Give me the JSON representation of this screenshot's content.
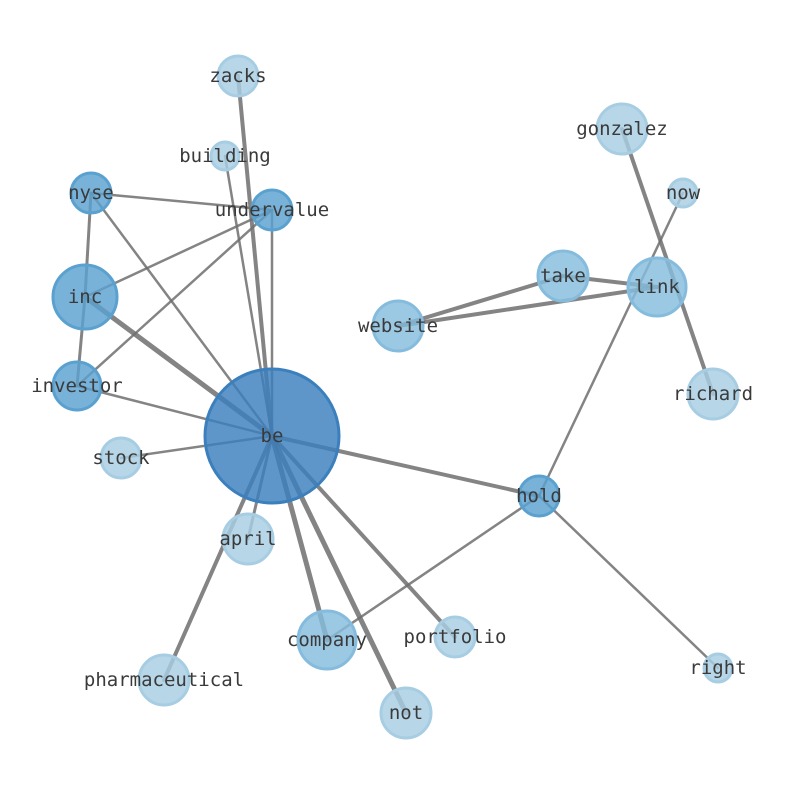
{
  "graph": {
    "nodes": [
      {
        "id": "be",
        "label": "be",
        "shade": 4
      },
      {
        "id": "inc",
        "label": "inc",
        "shade": 3
      },
      {
        "id": "nyse",
        "label": "nyse",
        "shade": 3
      },
      {
        "id": "undervalue",
        "label": "undervalue",
        "shade": 3
      },
      {
        "id": "investor",
        "label": "investor",
        "shade": 3
      },
      {
        "id": "hold",
        "label": "hold",
        "shade": 3
      },
      {
        "id": "link",
        "label": "link",
        "shade": 2
      },
      {
        "id": "take",
        "label": "take",
        "shade": 2
      },
      {
        "id": "website",
        "label": "website",
        "shade": 2
      },
      {
        "id": "company",
        "label": "company",
        "shade": 2
      },
      {
        "id": "zacks",
        "label": "zacks",
        "shade": 1
      },
      {
        "id": "building",
        "label": "building",
        "shade": 1
      },
      {
        "id": "gonzalez",
        "label": "gonzalez",
        "shade": 1
      },
      {
        "id": "now",
        "label": "now",
        "shade": 1
      },
      {
        "id": "richard",
        "label": "richard",
        "shade": 1
      },
      {
        "id": "stock",
        "label": "stock",
        "shade": 1
      },
      {
        "id": "april",
        "label": "april",
        "shade": 1
      },
      {
        "id": "portfolio",
        "label": "portfolio",
        "shade": 1
      },
      {
        "id": "pharmaceutical",
        "label": "pharmaceutical",
        "shade": 1
      },
      {
        "id": "not",
        "label": "not",
        "shade": 1
      },
      {
        "id": "right",
        "label": "right",
        "shade": 1
      }
    ],
    "edges": [
      {
        "source": "be",
        "target": "inc",
        "weight": 5
      },
      {
        "source": "be",
        "target": "nyse",
        "weight": 2.5
      },
      {
        "source": "be",
        "target": "undervalue",
        "weight": 2.5
      },
      {
        "source": "be",
        "target": "investor",
        "weight": 2.5
      },
      {
        "source": "be",
        "target": "zacks",
        "weight": 4
      },
      {
        "source": "be",
        "target": "building",
        "weight": 2.5
      },
      {
        "source": "be",
        "target": "stock",
        "weight": 2.5
      },
      {
        "source": "be",
        "target": "april",
        "weight": 3
      },
      {
        "source": "be",
        "target": "company",
        "weight": 5
      },
      {
        "source": "be",
        "target": "not",
        "weight": 5
      },
      {
        "source": "be",
        "target": "portfolio",
        "weight": 4
      },
      {
        "source": "be",
        "target": "pharmaceutical",
        "weight": 4
      },
      {
        "source": "be",
        "target": "hold",
        "weight": 4
      },
      {
        "source": "nyse",
        "target": "inc",
        "weight": 3
      },
      {
        "source": "nyse",
        "target": "undervalue",
        "weight": 2.5
      },
      {
        "source": "inc",
        "target": "undervalue",
        "weight": 2.5
      },
      {
        "source": "inc",
        "target": "investor",
        "weight": 3
      },
      {
        "source": "investor",
        "target": "undervalue",
        "weight": 2.5
      },
      {
        "source": "hold",
        "target": "now",
        "weight": 2.5
      },
      {
        "source": "hold",
        "target": "company",
        "weight": 2.5
      },
      {
        "source": "hold",
        "target": "right",
        "weight": 2.5
      },
      {
        "source": "link",
        "target": "take",
        "weight": 4
      },
      {
        "source": "link",
        "target": "website",
        "weight": 4
      },
      {
        "source": "take",
        "target": "website",
        "weight": 4
      },
      {
        "source": "gonzalez",
        "target": "richard",
        "weight": 4
      }
    ],
    "colors": {
      "shade1": "#a7cde3",
      "shade2": "#85bcdd",
      "shade3": "#5aa1d0",
      "shade4": "#3b7fbd",
      "edge": "#6e6e6e"
    }
  }
}
